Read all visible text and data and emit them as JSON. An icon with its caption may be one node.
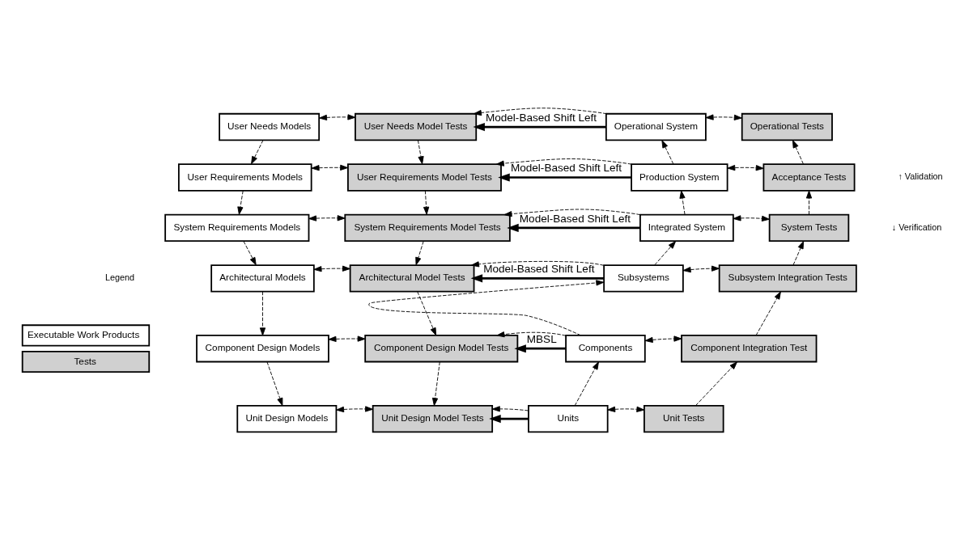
{
  "diagram": {
    "nodes": [
      {
        "text": [
          "User Needs Models"
        ]
      },
      {
        "text": [
          "User Needs Model Tests"
        ]
      },
      {
        "text": [
          "Operational System"
        ]
      },
      {
        "text": [
          "Operational Tests"
        ]
      },
      {
        "text": [
          "User Requirements Models"
        ]
      },
      {
        "text": [
          "User Requirements Model Tests"
        ]
      },
      {
        "text": [
          "Production System"
        ]
      },
      {
        "text": [
          "Acceptance Tests"
        ]
      },
      {
        "text": [
          "System Requirements Models"
        ]
      },
      {
        "text": [
          "System Requirements Model Tests"
        ]
      },
      {
        "text": [
          "Integrated System"
        ]
      },
      {
        "text": [
          "System Tests"
        ]
      },
      {
        "text": [
          "Architectural Models"
        ]
      },
      {
        "text": [
          "Architectural Model Tests"
        ]
      },
      {
        "text": [
          "Subsystems"
        ]
      },
      {
        "text": [
          "Subsystem Integration Tests"
        ]
      },
      {
        "text": [
          "Component Design Models"
        ]
      },
      {
        "text": [
          "Component Design Model Tests"
        ]
      },
      {
        "text": [
          "Components"
        ]
      },
      {
        "text": [
          "Component Integration Test"
        ]
      },
      {
        "text": [
          "Unit Design Models"
        ]
      },
      {
        "text": [
          "Unit Design Model Tests"
        ]
      },
      {
        "text": [
          "Units"
        ]
      },
      {
        "text": [
          "Unit Tests"
        ]
      }
    ],
    "edges": [
      {
        "from": 0,
        "to": 1,
        "arrow": "both",
        "style": "dashed"
      },
      {
        "from": 2,
        "to": 1,
        "arrow": "to",
        "style": "thick",
        "label": "Model-Based Shift Left"
      },
      {
        "from": 2,
        "to": 1,
        "arrow": "to",
        "style": "dashed"
      },
      {
        "from": 2,
        "to": 3,
        "arrow": "both",
        "style": "dashed"
      },
      {
        "from": 0,
        "to": 4,
        "arrow": "to",
        "style": "dashed"
      },
      {
        "from": 1,
        "to": 5,
        "arrow": "to",
        "style": "dashed"
      },
      {
        "from": 6,
        "to": 2,
        "arrow": "to",
        "style": "dashed"
      },
      {
        "from": 7,
        "to": 3,
        "arrow": "to",
        "style": "dashed"
      },
      {
        "from": 4,
        "to": 5,
        "arrow": "both",
        "style": "dashed"
      },
      {
        "from": 6,
        "to": 5,
        "arrow": "to",
        "style": "thick",
        "label": "Model-Based Shift Left"
      },
      {
        "from": 6,
        "to": 5,
        "arrow": "to",
        "style": "dashed"
      },
      {
        "from": 6,
        "to": 7,
        "arrow": "both",
        "style": "dashed"
      },
      {
        "from": 4,
        "to": 8,
        "arrow": "to",
        "style": "dashed"
      },
      {
        "from": 5,
        "to": 9,
        "arrow": "to",
        "style": "dashed"
      },
      {
        "from": 10,
        "to": 6,
        "arrow": "to",
        "style": "dashed"
      },
      {
        "from": 11,
        "to": 7,
        "arrow": "to",
        "style": "dashed"
      },
      {
        "from": 8,
        "to": 9,
        "arrow": "both",
        "style": "dashed"
      },
      {
        "from": 10,
        "to": 9,
        "arrow": "to",
        "style": "thick",
        "label": "Model-Based Shift Left"
      },
      {
        "from": 10,
        "to": 9,
        "arrow": "to",
        "style": "dashed"
      },
      {
        "from": 10,
        "to": 11,
        "arrow": "both",
        "style": "dashed"
      },
      {
        "from": 8,
        "to": 12,
        "arrow": "to",
        "style": "dashed"
      },
      {
        "from": 9,
        "to": 13,
        "arrow": "to",
        "style": "dashed"
      },
      {
        "from": 14,
        "to": 10,
        "arrow": "to",
        "style": "dashed"
      },
      {
        "from": 15,
        "to": 11,
        "arrow": "to",
        "style": "dashed"
      },
      {
        "from": 12,
        "to": 13,
        "arrow": "both",
        "style": "dashed"
      },
      {
        "from": 14,
        "to": 13,
        "arrow": "to",
        "style": "thick",
        "label": "Model-Based Shift Left"
      },
      {
        "from": 14,
        "to": 13,
        "arrow": "to",
        "style": "dashed"
      },
      {
        "from": 14,
        "to": 15,
        "arrow": "both",
        "style": "dashed"
      },
      {
        "from": 12,
        "to": 16,
        "arrow": "to",
        "style": "dashed"
      },
      {
        "from": 13,
        "to": 17,
        "arrow": "to",
        "style": "dashed"
      },
      {
        "from": 18,
        "to": 14,
        "arrow": "to",
        "style": "dashed"
      },
      {
        "from": 19,
        "to": 15,
        "arrow": "to",
        "style": "dashed"
      },
      {
        "from": 16,
        "to": 17,
        "arrow": "both",
        "style": "dashed"
      },
      {
        "from": 18,
        "to": 17,
        "arrow": "to",
        "style": "thick",
        "label": "MBSL"
      },
      {
        "from": 18,
        "to": 17,
        "arrow": "to",
        "style": "dashed"
      },
      {
        "from": 18,
        "to": 19,
        "arrow": "both",
        "style": "dashed"
      },
      {
        "from": 16,
        "to": 20,
        "arrow": "to",
        "style": "dashed"
      },
      {
        "from": 17,
        "to": 21,
        "arrow": "to",
        "style": "dashed"
      },
      {
        "from": 22,
        "to": 18,
        "arrow": "to",
        "style": "dashed"
      },
      {
        "from": 23,
        "to": 19,
        "arrow": "to",
        "style": "dashed"
      },
      {
        "from": 20,
        "to": 21,
        "arrow": "both",
        "style": "dashed"
      },
      {
        "from": 22,
        "to": 21,
        "arrow": "to",
        "style": "thick"
      },
      {
        "from": 22,
        "to": 21,
        "arrow": "to",
        "style": "dashed"
      },
      {
        "from": 22,
        "to": 23,
        "arrow": "both",
        "style": "dashed"
      }
    ],
    "labels": [
      "↑ Validation",
      "↓ Verification",
      "Legend"
    ],
    "legend": [
      {
        "text": "Executable Work Products",
        "color": "#ffffff"
      },
      {
        "text": "Tests",
        "color": "#d0d0d0"
      }
    ]
  }
}
